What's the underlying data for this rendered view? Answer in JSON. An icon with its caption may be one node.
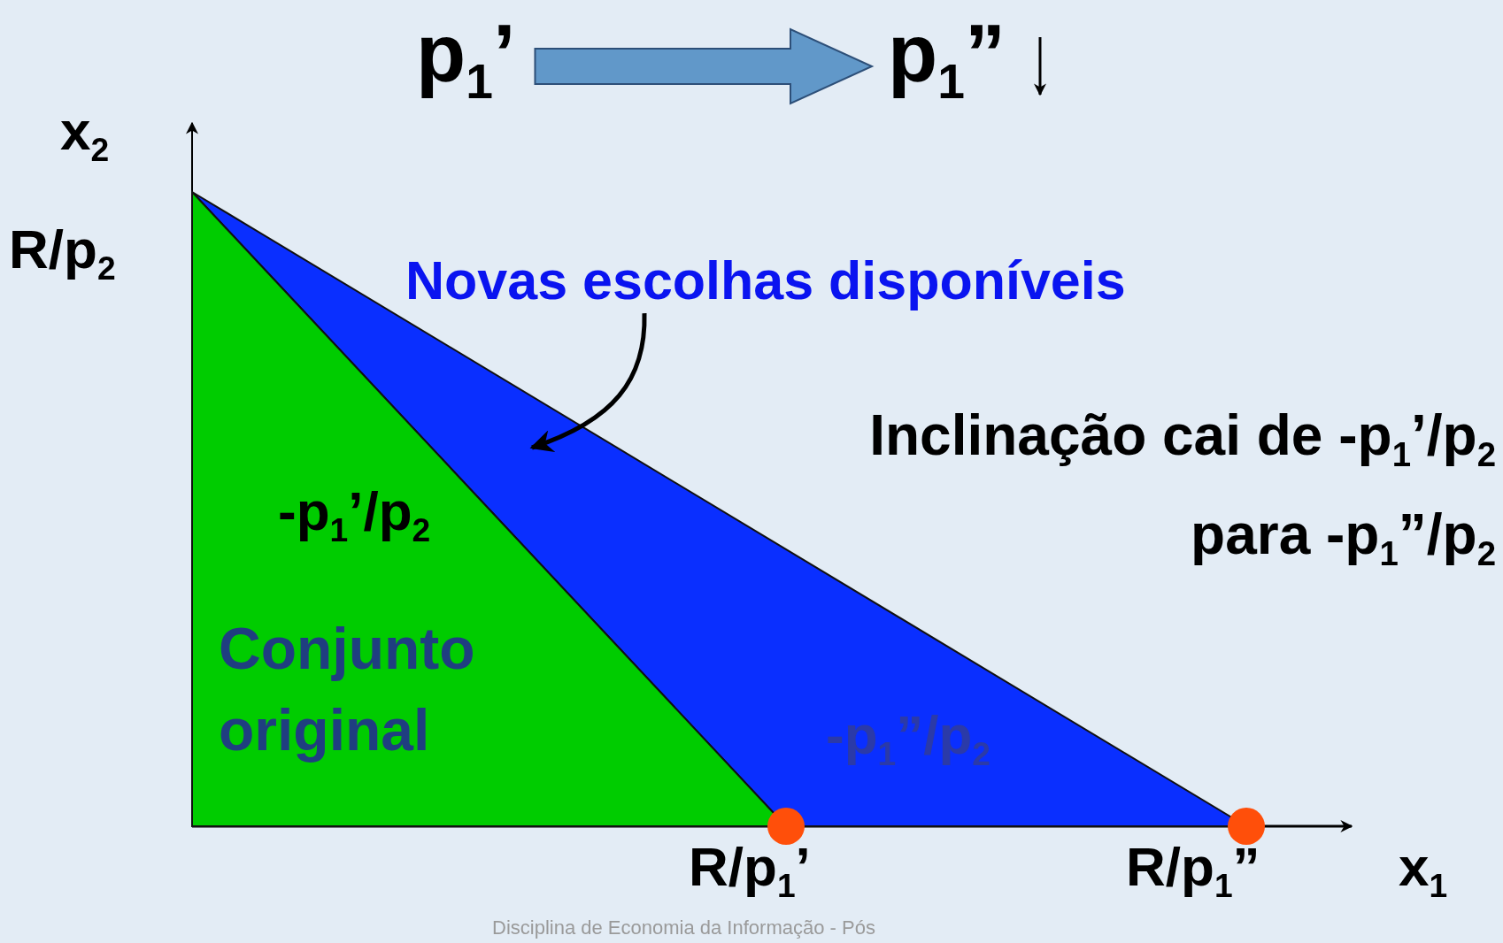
{
  "diagram": {
    "nodes": [
      {
        "text": [
          "p$_{1}$’"
        ]
      },
      {
        "text": [
          "p$_{1}$”"
        ]
      },
      {
        "text": [
          "Novas escolhas disponíveis"
        ]
      },
      {
        "text": [
          "-p$_{1}$’/p$_{2}$",
          "Conjunto original"
        ]
      },
      {
        "text": [
          "-p$_{1}$”/p$_{2}$"
        ]
      }
    ],
    "edges": [
      {
        "from": 0,
        "to": 1,
        "arrow": "to"
      },
      {
        "from": 2,
        "to": 4,
        "arrow": "to"
      }
    ],
    "labels": [
      "x$_{2}$",
      "R/p$_{2}$",
      "Inclinação cai de -p$_{1}$’/p$_{2}$ para -p$_{1}$”/p$_{2}$",
      "R/p$_{1}$’",
      "R/p$_{1}$”",
      "x$_{1}$",
      "Disciplina de Economia da Informação - Pós"
    ]
  }
}
